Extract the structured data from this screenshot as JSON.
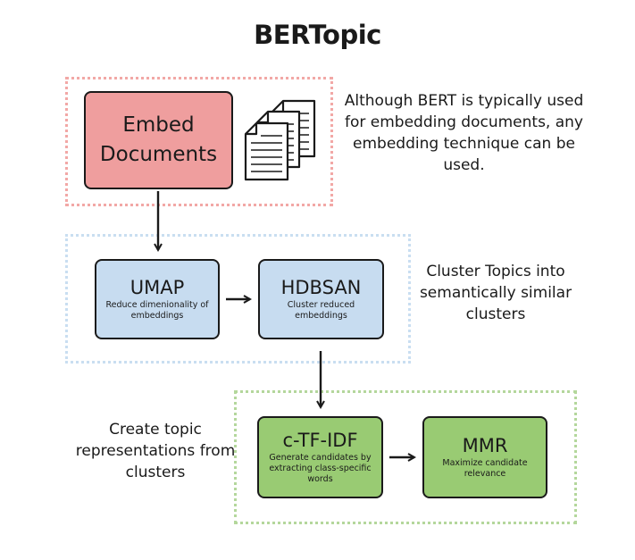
{
  "title": "BERTopic",
  "stages": {
    "embed": {
      "label": "Embed Documents"
    },
    "umap": {
      "label": "UMAP",
      "description": "Reduce dimenionality of embeddings"
    },
    "hdbsan": {
      "label": "HDBSAN",
      "description": "Cluster reduced embeddings"
    },
    "ctfidf": {
      "label": "c-TF-IDF",
      "description": "Generate candidates by extracting class-specific words"
    },
    "mmr": {
      "label": "MMR",
      "description": "Maximize candidate relevance"
    }
  },
  "notes": {
    "embedding": "Although BERT is typically used for embedding documents, any embedding technique can be used.",
    "clustering": "Cluster Topics into semantically similar clusters",
    "representation": "Create topic representations from clusters"
  },
  "icons": {
    "documents": "documents-stack-icon"
  },
  "colors": {
    "embed_fill": "#ef9e9e",
    "embed_border": "#f2a8a6",
    "cluster_fill": "#c7dcf0",
    "cluster_border": "#c9def1",
    "repr_fill": "#99cb73",
    "repr_border": "#b4d79c"
  }
}
